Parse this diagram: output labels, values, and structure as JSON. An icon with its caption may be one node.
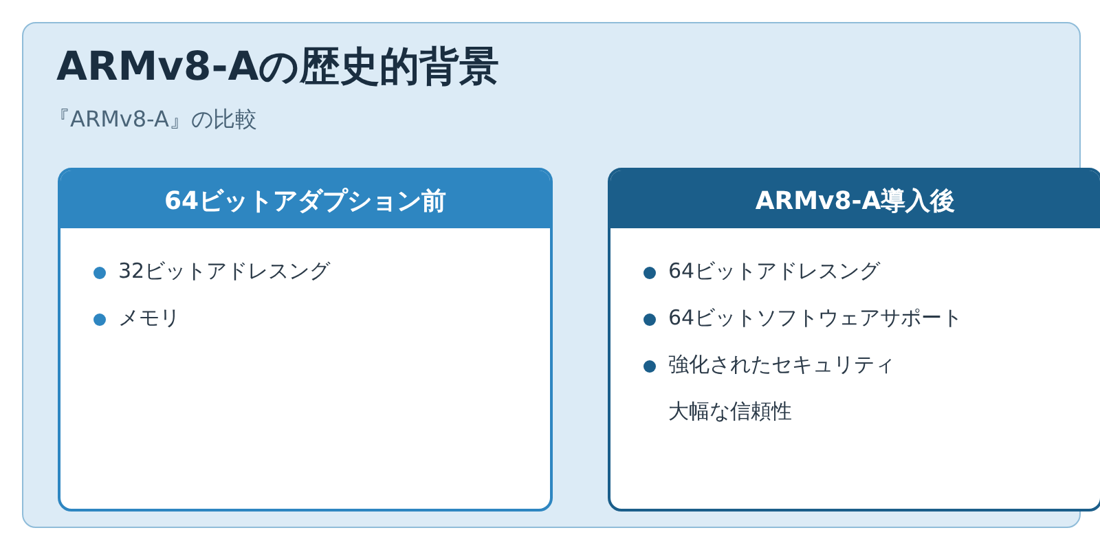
{
  "diagram": {
    "nodes": [
      {
        "text": [
          "ARMv8-Aの歴史的背景",
          "『ARMv8-A』の比較"
        ]
      },
      {
        "text": [
          "64ビットアダプション前",
          "32ビットアドレスング",
          "メモリ"
        ],
        "in": 0
      },
      {
        "text": [
          "ARMv8-A導入後",
          "64ビットアドレスング",
          "64ビットソフトウェアサポート",
          "強化されたセキュリティ"
        ],
        "in": 0
      }
    ],
    "labels": [
      "大幅な信頼性"
    ]
  }
}
